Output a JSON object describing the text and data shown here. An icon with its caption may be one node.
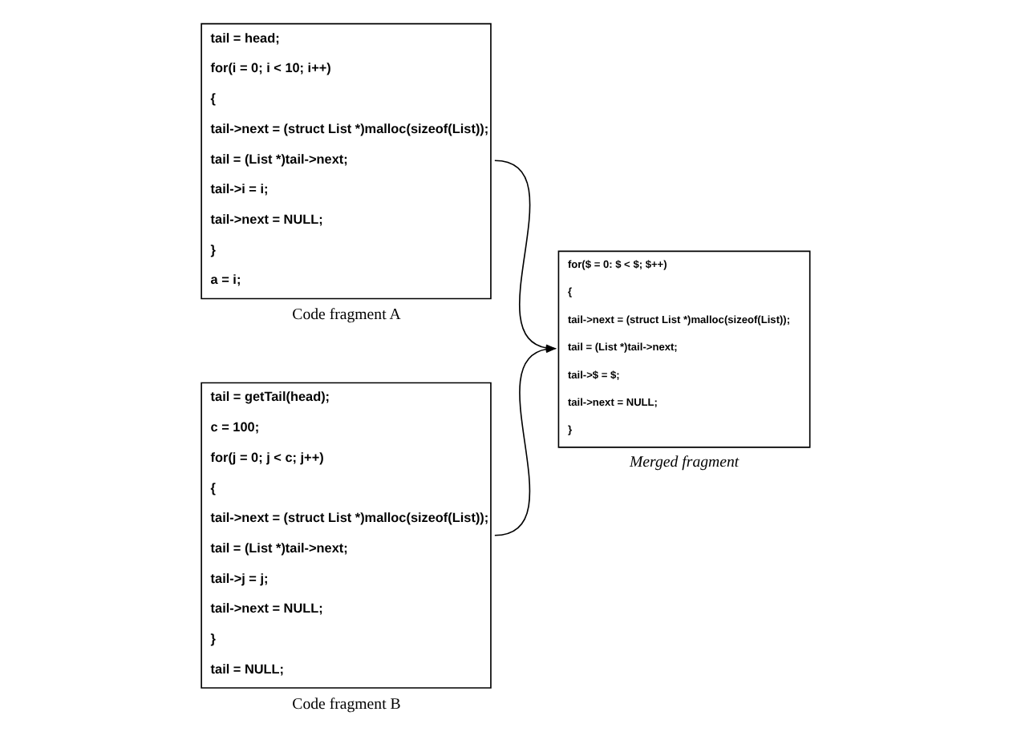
{
  "diagram": {
    "nodes": [
      {
        "text": [
          "tail = head;",
          "for(i = 0; i < 10; i++)",
          "{",
          "tail->next = (struct List *)malloc(sizeof(List));",
          "tail = (List *)tail->next;",
          "tail->i = i;",
          "tail->next = NULL;",
          "}",
          "a = i;"
        ],
        "beside": [
          "Code fragment A"
        ]
      },
      {
        "text": [
          "tail = getTail(head);",
          "c = 100;",
          "for(j = 0; j < c; j++)",
          "{",
          "tail->next = (struct List *)malloc(sizeof(List));",
          "tail = (List *)tail->next;",
          "tail->j = j;",
          "tail->next = NULL;",
          "}",
          "tail = NULL;"
        ],
        "beside": [
          "Code fragment B"
        ]
      },
      {
        "text": [
          "for($ = 0: $ < $; $++)",
          "{",
          "tail->next = (struct List *)malloc(sizeof(List));",
          "tail = (List *)tail->next;",
          "tail->$ = $;",
          "tail->next = NULL;",
          "}"
        ],
        "beside": [
          "Merged fragment"
        ]
      }
    ],
    "edges": [
      {
        "from": 0,
        "to": 2,
        "arrow": "to"
      },
      {
        "from": 1,
        "to": 2,
        "arrow": "to"
      }
    ]
  }
}
